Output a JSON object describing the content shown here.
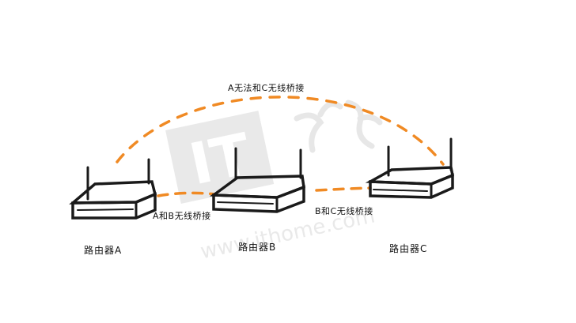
{
  "diagram": {
    "routers": [
      {
        "id": "A",
        "name": "路由器A"
      },
      {
        "id": "B",
        "name": "路由器B"
      },
      {
        "id": "C",
        "name": "路由器C"
      }
    ],
    "links": {
      "ac": "A无法和C无线桥接",
      "ab": "A和B无线桥接",
      "bc": "B和C无线桥接"
    }
  },
  "watermark": {
    "logo_text": "IT",
    "url_text": "www.ithome.com"
  },
  "colors": {
    "link": "#f08a24",
    "ink": "#1a1a1a",
    "watermark": "#e3e3e3"
  }
}
